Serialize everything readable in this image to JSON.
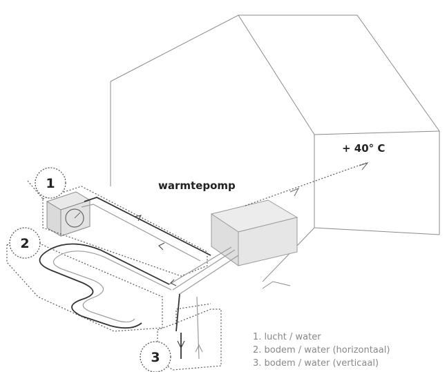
{
  "labels": {
    "temperature": "+ 40° C",
    "device": "warmtepomp"
  },
  "markers": [
    "1",
    "2",
    "3"
  ],
  "legend": [
    "1. lucht / water",
    "2. bodem / water (horizontaal)",
    "3. bodem / water (verticaal)"
  ]
}
